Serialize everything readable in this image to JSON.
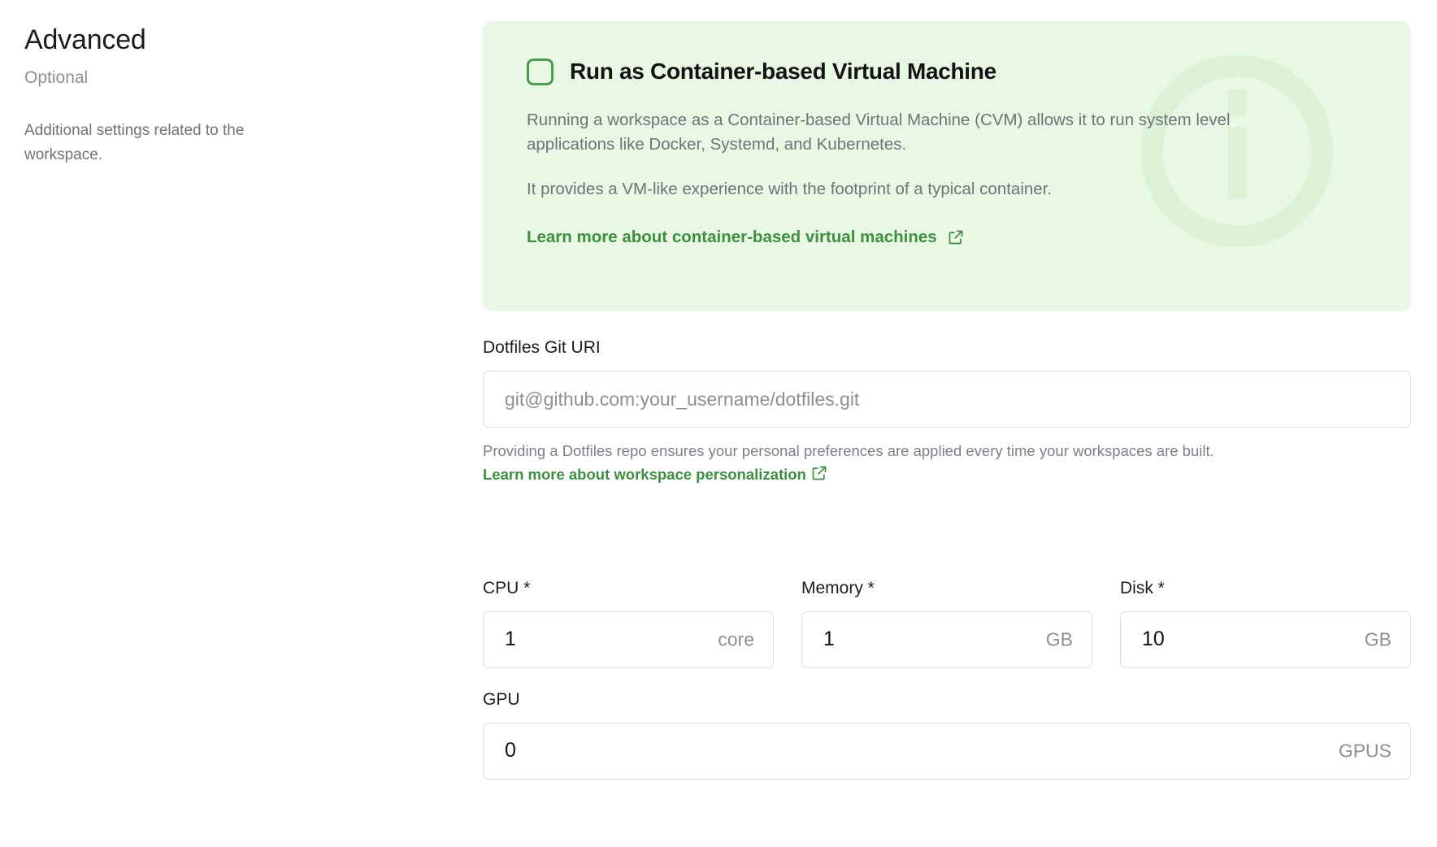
{
  "left_panel": {
    "title": "Advanced",
    "optional_label": "Optional",
    "description": "Additional settings related to the workspace."
  },
  "callout": {
    "background_color": "#e8f8e4",
    "accent_color": "#3e8e41",
    "checkbox_checked": false,
    "checkbox_label": "Run as Container-based Virtual Machine",
    "paragraph_1": "Running a workspace as a Container-based Virtual Machine (CVM) allows it to run system level applications like Docker, Systemd, and Kubernetes.",
    "paragraph_2": "It provides a VM-like experience with the footprint of a typical container.",
    "link_text": "Learn more about container-based virtual machines",
    "watermark_icon": "info-icon"
  },
  "dotfiles": {
    "label": "Dotfiles Git URI",
    "value": "",
    "placeholder": "git@github.com:your_username/dotfiles.git",
    "helper_prefix": "Providing a Dotfiles repo ensures your personal preferences are applied every time your workspaces are built.",
    "helper_link": "Learn more about workspace personalization"
  },
  "resources": [
    {
      "name": "cpu",
      "label": "CPU *",
      "value": "1",
      "suffix": "core"
    },
    {
      "name": "memory",
      "label": "Memory *",
      "value": "1",
      "suffix": "GB"
    },
    {
      "name": "disk",
      "label": "Disk *",
      "value": "10",
      "suffix": "GB"
    }
  ],
  "gpu": {
    "label": "GPU",
    "value": "0",
    "suffix": "GPUS"
  }
}
